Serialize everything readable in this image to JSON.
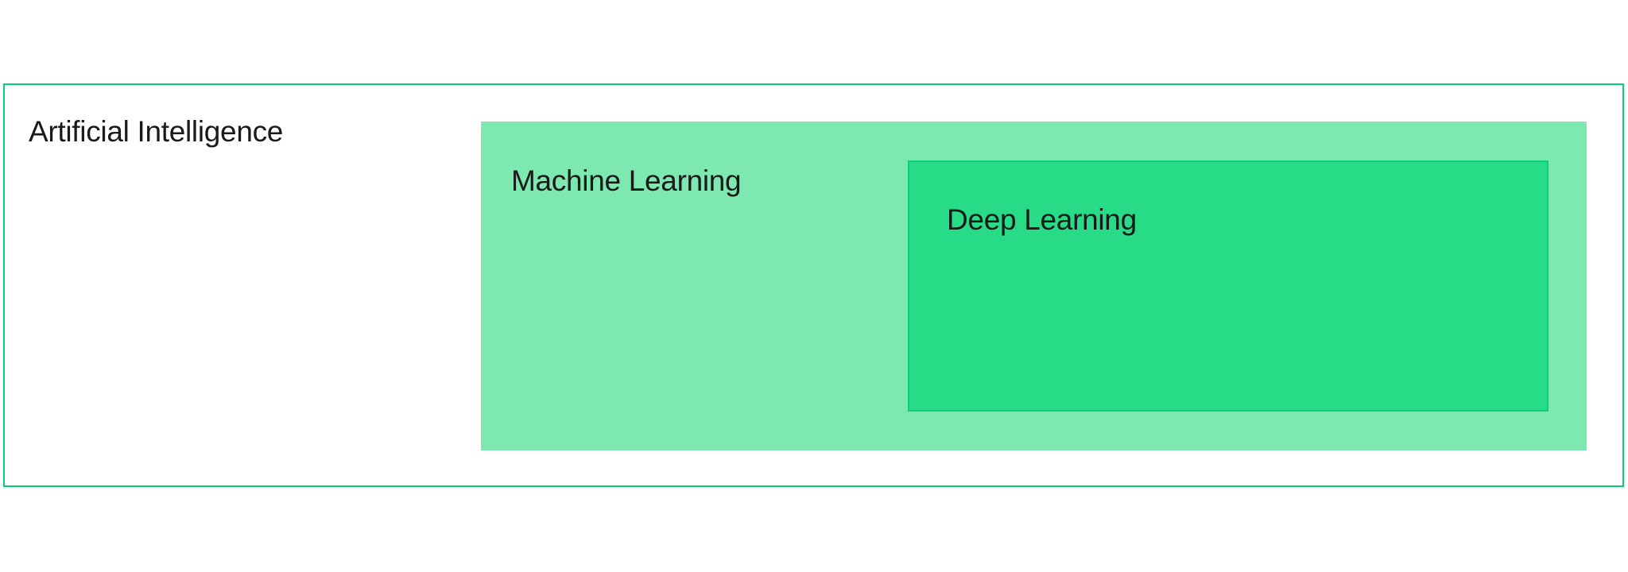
{
  "diagram": {
    "type": "nested-boxes",
    "description": "Nested rectangles showing Deep Learning as a subset of Machine Learning, which is a subset of Artificial Intelligence",
    "background": "#ffffff",
    "text_color": "#1a1a1a",
    "boxes": [
      {
        "id": "artificial-intelligence",
        "label": "Artificial Intelligence",
        "fill": "#ffffff",
        "border": "#0acf72"
      },
      {
        "id": "machine-learning",
        "label": "Machine Learning",
        "fill": "#7de8af",
        "border": "none"
      },
      {
        "id": "deep-learning",
        "label": "Deep Learning",
        "fill": "#27db87",
        "border": "#0bd078"
      }
    ]
  }
}
